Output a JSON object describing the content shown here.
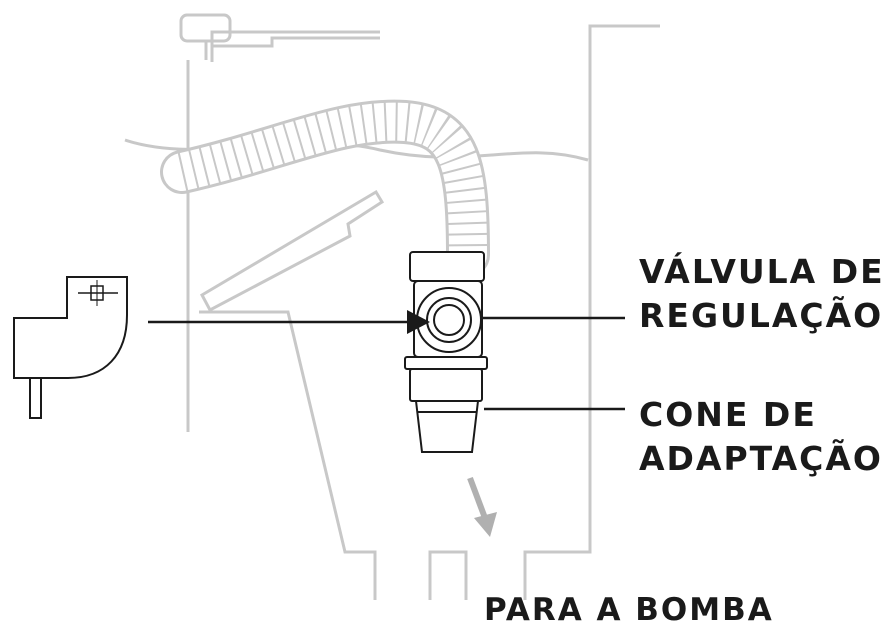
{
  "labels": {
    "valve": {
      "line1": "VÁLVULA DE",
      "line2": "REGULAÇÃO"
    },
    "cone": {
      "line1": "CONE DE",
      "line2": "ADAPTAÇÃO"
    },
    "pump": "PARA A BOMBA"
  },
  "colors": {
    "background_lines": "#c8c8c8",
    "foreground_lines": "#1a1a1a",
    "flow_arrow": "#b0b0b0"
  }
}
